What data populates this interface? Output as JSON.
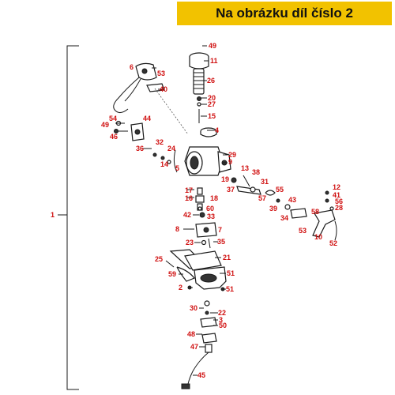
{
  "header": {
    "banner_text": "Na obrázku díl číslo 2",
    "banner_color": "#f2c200"
  },
  "label_color": "#d01010",
  "bracket_label": "1",
  "callouts": [
    "49",
    "11",
    "6",
    "53",
    "26",
    "40",
    "20",
    "27",
    "15",
    "4",
    "54",
    "44",
    "49",
    "46",
    "36",
    "32",
    "24",
    "14",
    "5",
    "29",
    "9",
    "13",
    "38",
    "31",
    "19",
    "37",
    "57",
    "55",
    "43",
    "39",
    "34",
    "53",
    "10",
    "58",
    "12",
    "41",
    "56",
    "28",
    "52",
    "17",
    "16",
    "18",
    "60",
    "42",
    "33",
    "8",
    "7",
    "23",
    "35",
    "25",
    "21",
    "59",
    "51",
    "2",
    "51",
    "30",
    "22",
    "3",
    "50",
    "48",
    "47",
    "45"
  ]
}
